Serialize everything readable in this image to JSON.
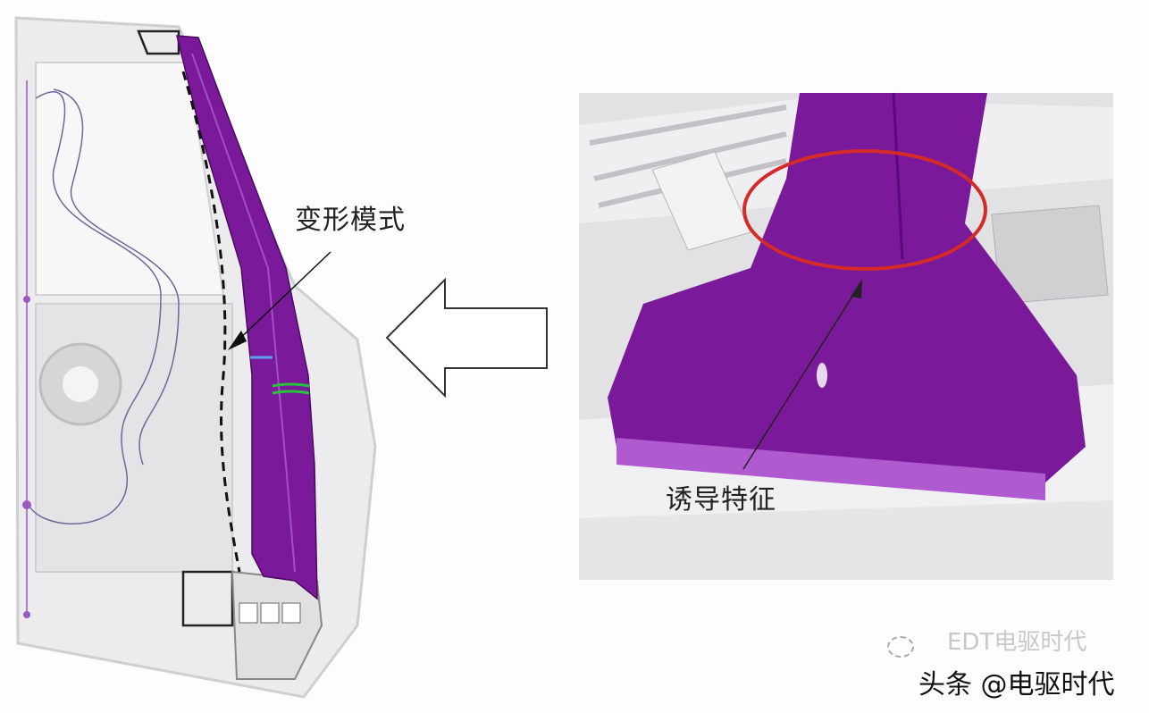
{
  "labels": {
    "deformation_mode": "变形模式",
    "induced_feature": "诱导特征"
  },
  "watermark": {
    "primary": "头条 @电驱时代",
    "secondary": "EDT电驱时代"
  },
  "colors": {
    "pillar_purple": "#7a1a9a",
    "highlight_ring": "#d42a2a",
    "body_gray": "#d9d9dc"
  }
}
